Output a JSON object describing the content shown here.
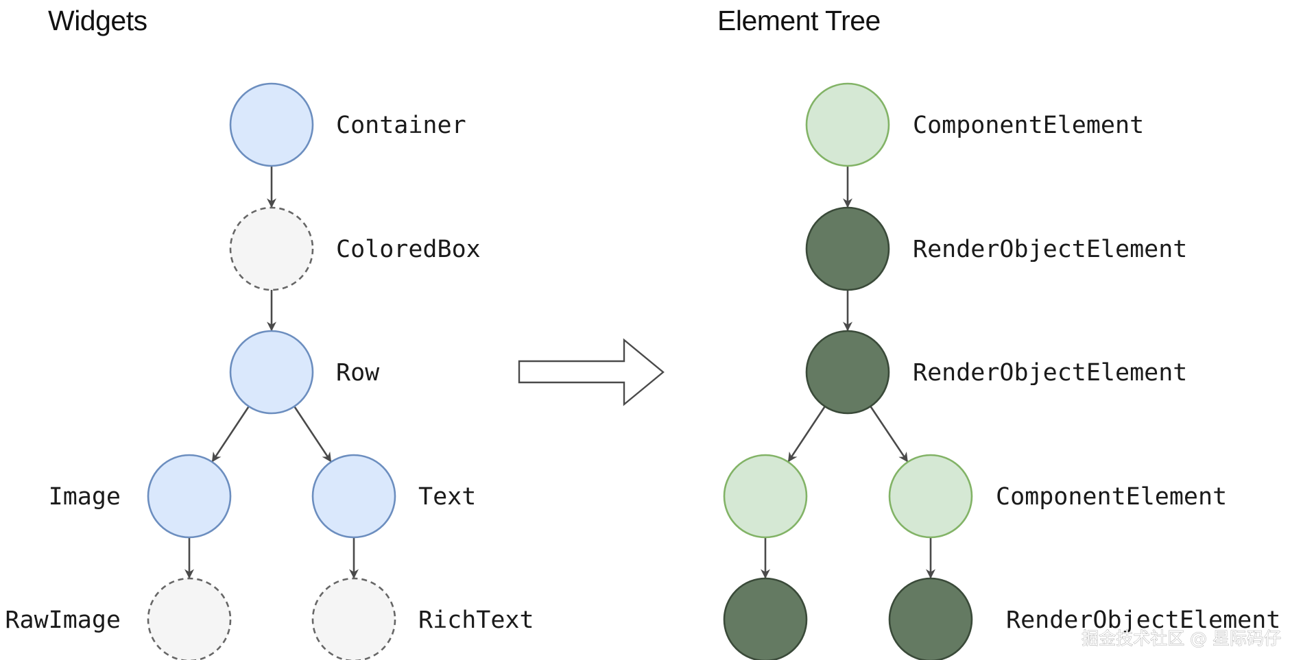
{
  "titles": {
    "left": "Widgets",
    "right": "Element Tree"
  },
  "watermark": "掘金技术社区 @ 星际码仔",
  "styles": {
    "widget": {
      "fill": "#dae8fc",
      "stroke": "#6c8ebf",
      "dashed": false
    },
    "implicit": {
      "fill": "#f5f5f5",
      "stroke": "#666666",
      "dashed": true
    },
    "component": {
      "fill": "#d5e8d4",
      "stroke": "#82b366",
      "dashed": false
    },
    "render_object": {
      "fill": "#647a62",
      "stroke": "#3a4a39",
      "dashed": false
    }
  },
  "widget_tree": {
    "nodes": [
      {
        "id": "container",
        "label": "Container",
        "style": "widget"
      },
      {
        "id": "coloredbox",
        "label": "ColoredBox",
        "style": "implicit"
      },
      {
        "id": "row",
        "label": "Row",
        "style": "widget"
      },
      {
        "id": "image",
        "label": "Image",
        "style": "widget"
      },
      {
        "id": "text",
        "label": "Text",
        "style": "widget"
      },
      {
        "id": "rawimage",
        "label": "RawImage",
        "style": "implicit"
      },
      {
        "id": "richtext",
        "label": "RichText",
        "style": "implicit"
      }
    ],
    "edges": [
      [
        "container",
        "coloredbox"
      ],
      [
        "coloredbox",
        "row"
      ],
      [
        "row",
        "image"
      ],
      [
        "row",
        "text"
      ],
      [
        "image",
        "rawimage"
      ],
      [
        "text",
        "richtext"
      ]
    ]
  },
  "element_tree": {
    "nodes": [
      {
        "id": "e_container",
        "label": "ComponentElement",
        "style": "component"
      },
      {
        "id": "e_coloredbox",
        "label": "RenderObjectElement",
        "style": "render_object"
      },
      {
        "id": "e_row",
        "label": "RenderObjectElement",
        "style": "render_object"
      },
      {
        "id": "e_image",
        "label": "",
        "style": "component"
      },
      {
        "id": "e_text",
        "label": "ComponentElement",
        "style": "component"
      },
      {
        "id": "e_rawimage",
        "label": "",
        "style": "render_object"
      },
      {
        "id": "e_richtext",
        "label": "RenderObjectElement",
        "style": "render_object"
      }
    ],
    "edges": [
      [
        "e_container",
        "e_coloredbox"
      ],
      [
        "e_coloredbox",
        "e_row"
      ],
      [
        "e_row",
        "e_image"
      ],
      [
        "e_row",
        "e_text"
      ],
      [
        "e_image",
        "e_rawimage"
      ],
      [
        "e_text",
        "e_richtext"
      ]
    ]
  }
}
